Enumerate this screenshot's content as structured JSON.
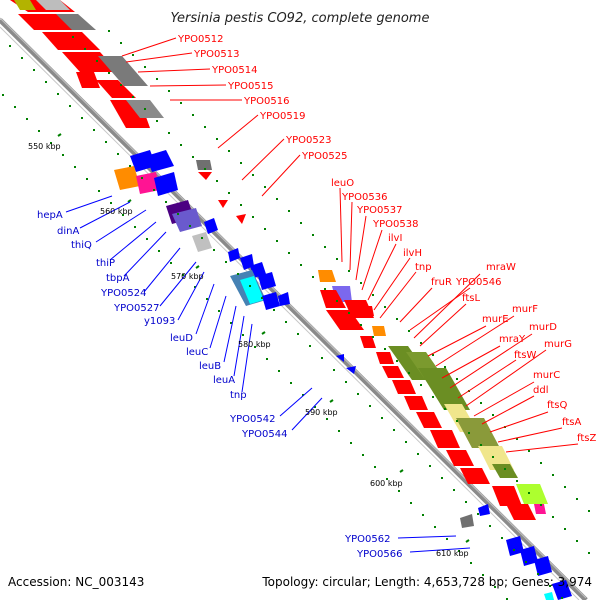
{
  "title": "Yersinia pestis CO92, complete genome",
  "footer": {
    "accession": "Accession: NC_003143",
    "topology": "Topology: circular; Length: 4,653,728 bp; Genes: 3,974"
  },
  "ruler": [
    "550 kbp",
    "560 kbp",
    "570 kbp",
    "580 kbp",
    "590 kbp",
    "600 kbp",
    "610 kbp"
  ],
  "labels_red": [
    "YPO0512",
    "YPO0513",
    "YPO0514",
    "YPO0515",
    "YPO0516",
    "YPO0519",
    "YPO0523",
    "YPO0525",
    "leuO",
    "YPO0536",
    "YPO0537",
    "YPO0538",
    "ilvI",
    "ilvH",
    "tnp",
    "fruR",
    "YPO0546",
    "ftsL",
    "mraW",
    "murE",
    "murF",
    "mraY",
    "murD",
    "ftsW",
    "murG",
    "murC",
    "ddl",
    "ftsQ",
    "ftsA",
    "ftsZ"
  ],
  "labels_blue": [
    "hepA",
    "dinA",
    "thiQ",
    "thiP",
    "tbpA",
    "YPO0524",
    "YPO0527",
    "y1093",
    "leuD",
    "leuC",
    "leuB",
    "leuA",
    "tnp",
    "YPO0542",
    "YPO0544",
    "YPO0562",
    "YPO0566"
  ],
  "colors": {
    "forward": "#ff0000",
    "reverse": "#0000ff",
    "backbone": "#808080",
    "tick": "#008000"
  }
}
